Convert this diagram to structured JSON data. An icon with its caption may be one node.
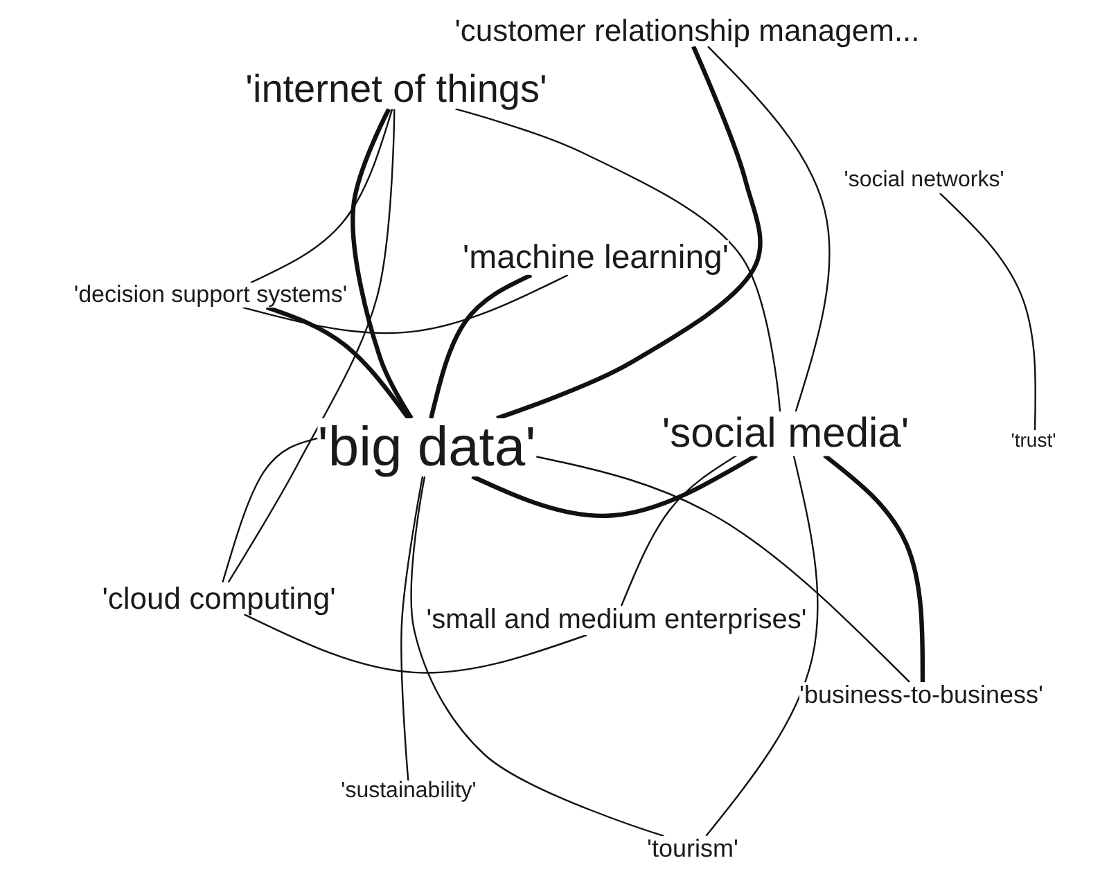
{
  "diagram": {
    "nodes": [
      {
        "text": [
          "'big data'"
        ]
      },
      {
        "text": [
          "'social media'"
        ]
      },
      {
        "text": [
          "'internet of things'"
        ]
      },
      {
        "text": [
          "'customer relationship managem..."
        ]
      },
      {
        "text": [
          "'machine learning'"
        ]
      },
      {
        "text": [
          "'decision support systems'"
        ]
      },
      {
        "text": [
          "'cloud computing'"
        ]
      },
      {
        "text": [
          "'small and medium enterprises'"
        ]
      },
      {
        "text": [
          "'business-to-business'"
        ]
      },
      {
        "text": [
          "'tourism'"
        ]
      },
      {
        "text": [
          "'sustainability'"
        ]
      },
      {
        "text": [
          "'social networks'"
        ]
      },
      {
        "text": [
          "'trust'"
        ]
      }
    ],
    "edges": [
      {
        "from": 2,
        "to": 0,
        "arrow": "none",
        "style": "thick"
      },
      {
        "from": 2,
        "to": 6,
        "arrow": "none"
      },
      {
        "from": 2,
        "to": 5,
        "arrow": "none"
      },
      {
        "from": 2,
        "to": 1,
        "arrow": "none"
      },
      {
        "from": 5,
        "to": 4,
        "arrow": "none"
      },
      {
        "from": 5,
        "to": 0,
        "arrow": "none",
        "style": "thick"
      },
      {
        "from": 3,
        "to": 0,
        "arrow": "none",
        "style": "thick"
      },
      {
        "from": 4,
        "to": 0,
        "arrow": "none",
        "style": "thick"
      },
      {
        "from": 3,
        "to": 1,
        "arrow": "none"
      },
      {
        "from": 0,
        "to": 1,
        "arrow": "none",
        "style": "thick"
      },
      {
        "from": 11,
        "to": 12,
        "arrow": "none"
      },
      {
        "from": 0,
        "to": 6,
        "arrow": "none"
      },
      {
        "from": 6,
        "to": 7,
        "arrow": "none"
      },
      {
        "from": 0,
        "to": 10,
        "arrow": "none"
      },
      {
        "from": 0,
        "to": 9,
        "arrow": "none"
      },
      {
        "from": 0,
        "to": 8,
        "arrow": "none"
      },
      {
        "from": 1,
        "to": 7,
        "arrow": "none"
      },
      {
        "from": 1,
        "to": 9,
        "arrow": "none"
      },
      {
        "from": 1,
        "to": 8,
        "arrow": "none",
        "style": "thick"
      }
    ]
  }
}
